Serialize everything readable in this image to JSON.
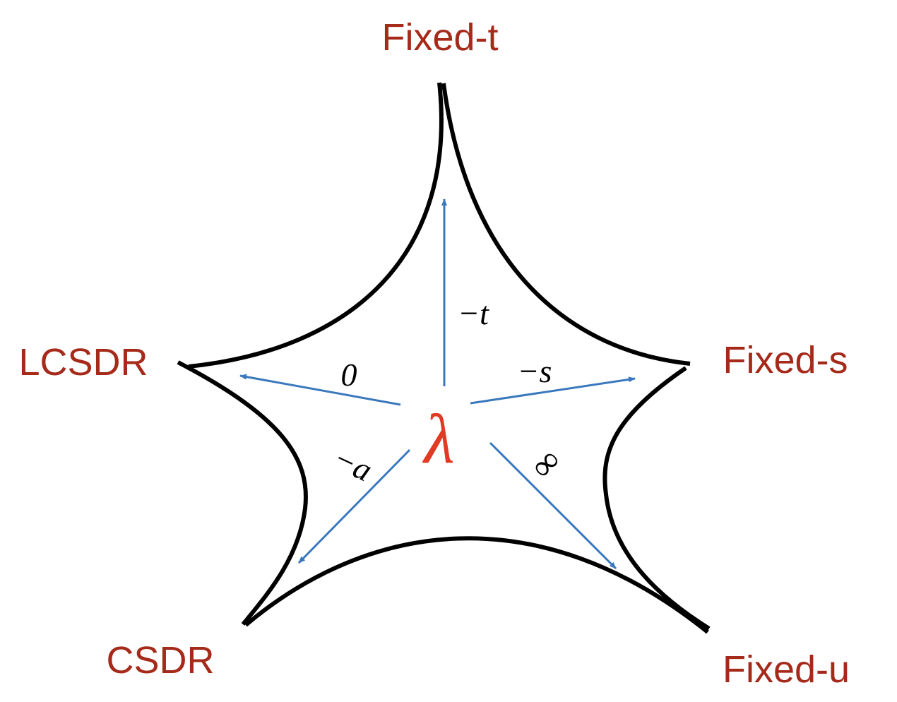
{
  "diagram": {
    "center_symbol": "λ",
    "vertices": {
      "top": "Fixed-t",
      "upper_right": "Fixed-s",
      "lower_right": "Fixed-u",
      "lower_left": "CSDR",
      "upper_left": "LCSDR"
    },
    "edge_labels": {
      "up": "−t",
      "right": "−s",
      "down_right": "∞",
      "down_left": "−a",
      "left": "0"
    },
    "colors": {
      "vertex_label": "#a52a1a",
      "center_symbol": "#e03a24",
      "arrows": "#3a78bd",
      "boundary": "#000000"
    }
  }
}
